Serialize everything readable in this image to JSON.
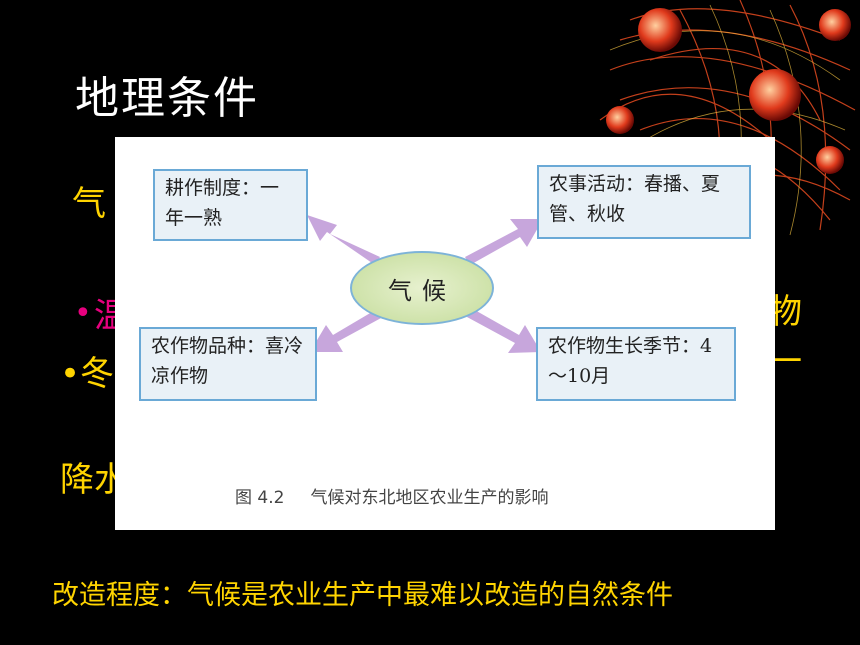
{
  "slide": {
    "title": "地理条件",
    "fragment_qi": "气",
    "fragment_shui": "温",
    "fragment_dong": "•冬",
    "fragment_jiang": "降水",
    "fragment_wu": "物",
    "fragment_yi": "一",
    "bullet": "•",
    "bottom_line": "改造程度：气候是农业生产中最难以改造的自然条件"
  },
  "figure": {
    "center": "气候",
    "box_top_left": "耕作制度：一年一熟",
    "box_top_right": "农事活动：春播、夏管、秋收",
    "box_bottom_left": "农作物品种：喜冷凉作物",
    "box_bottom_right": "农作物生长季节：4～10月",
    "caption_number": "图 4.2",
    "caption_text": "气候对东北地区农业生产的影响"
  },
  "colors": {
    "text_yellow": "#ffd400",
    "accent_magenta": "#e6007e",
    "arrow": "#c7a6dc"
  }
}
